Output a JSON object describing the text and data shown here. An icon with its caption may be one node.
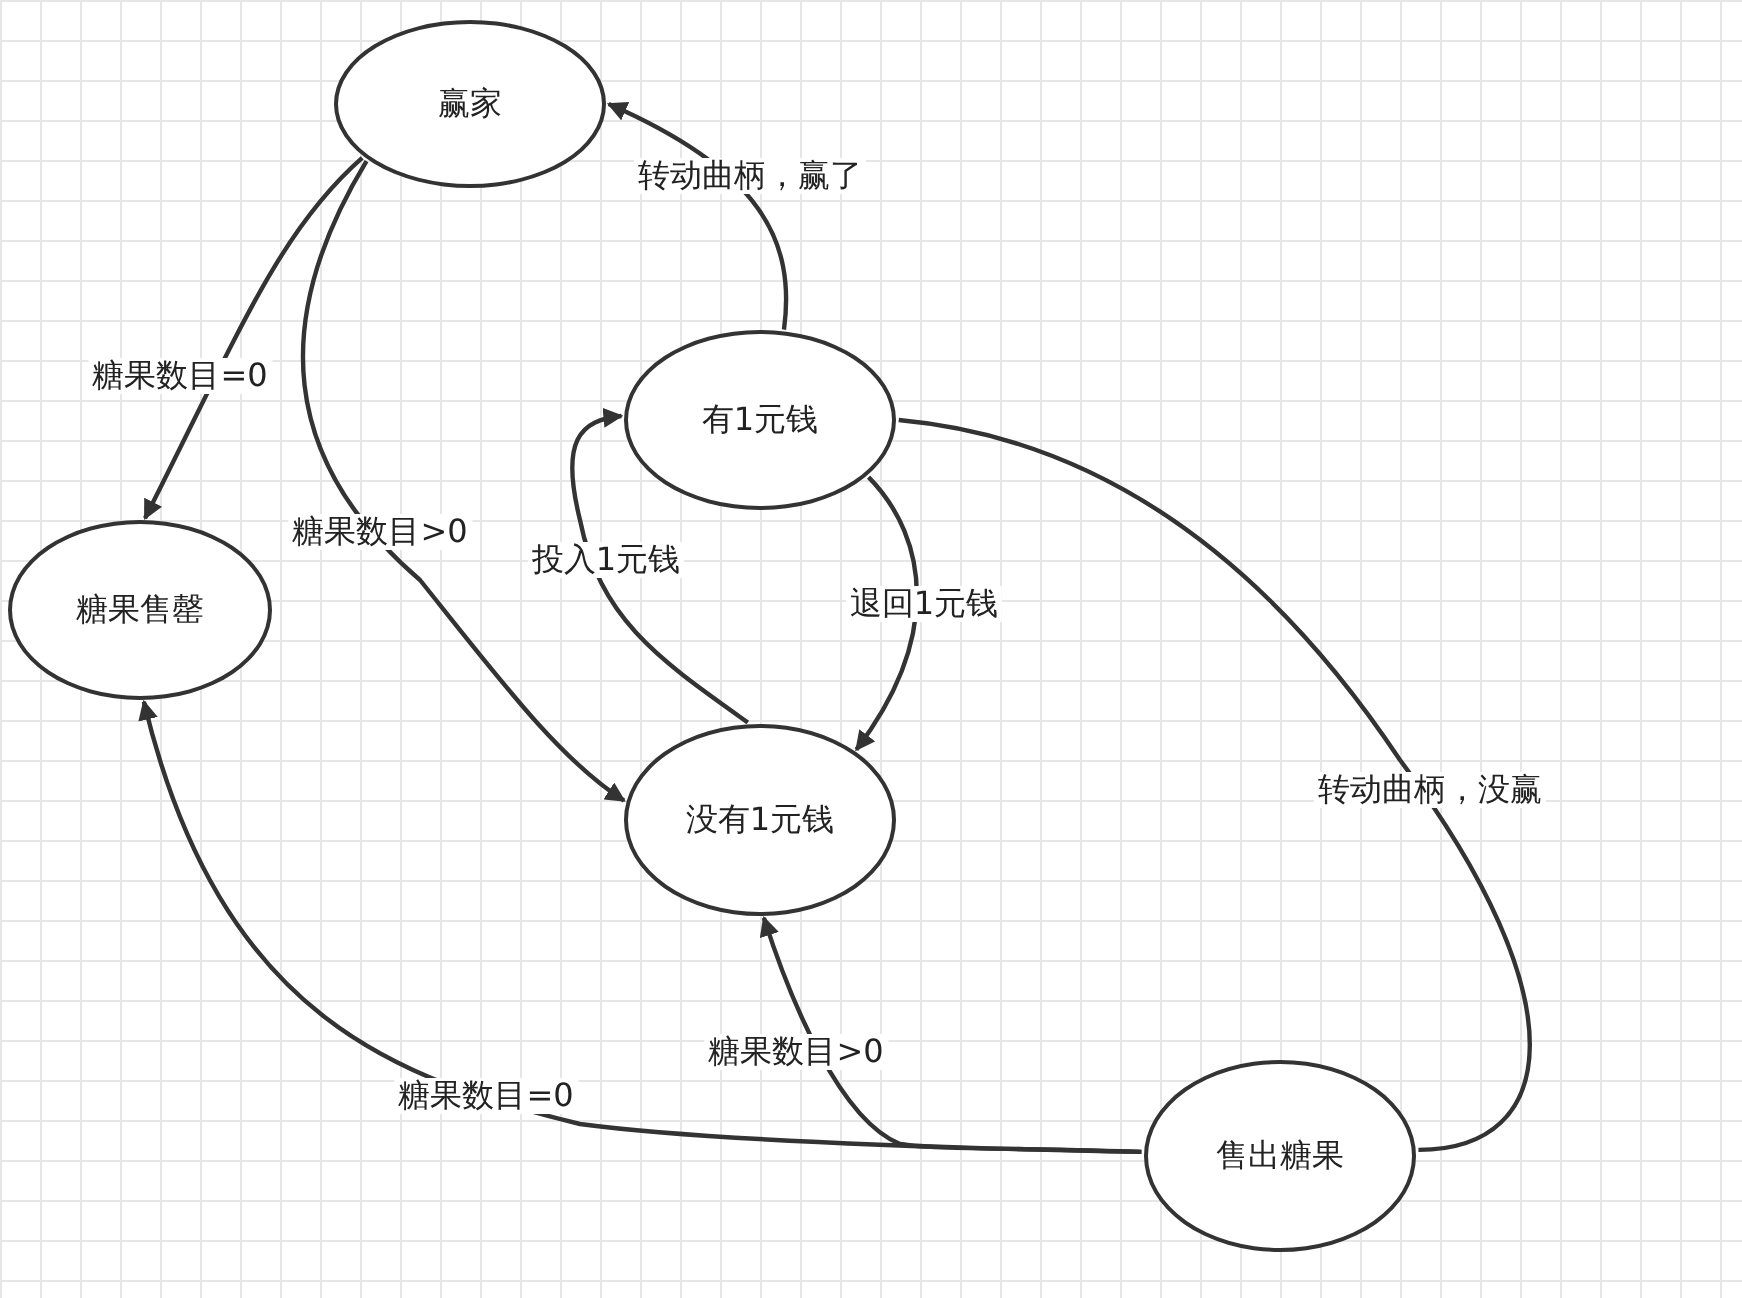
{
  "diagram": {
    "nodes": [
      {
        "text": [
          "赢家"
        ]
      },
      {
        "text": [
          "有1元钱"
        ]
      },
      {
        "text": [
          "糖果售罄"
        ]
      },
      {
        "text": [
          "没有1元钱"
        ]
      },
      {
        "text": [
          "售出糖果"
        ]
      }
    ],
    "edges": [
      {
        "from": 1,
        "to": 0,
        "arrow": "to",
        "label": "转动曲柄，赢了"
      },
      {
        "from": 0,
        "to": 2,
        "arrow": "to",
        "label": "糖果数目=0"
      },
      {
        "from": 0,
        "to": 3,
        "arrow": "to",
        "label": "糖果数目>0"
      },
      {
        "from": 3,
        "to": 1,
        "arrow": "to",
        "label": "投入1元钱"
      },
      {
        "from": 1,
        "to": 3,
        "arrow": "to",
        "label": "退回1元钱"
      },
      {
        "from": 1,
        "to": 4,
        "arrow": "none",
        "label": "转动曲柄，没赢"
      },
      {
        "from": 4,
        "to": 3,
        "arrow": "to",
        "label": "糖果数目>0"
      },
      {
        "from": 4,
        "to": 2,
        "arrow": "to",
        "label": "糖果数目=0"
      }
    ]
  }
}
